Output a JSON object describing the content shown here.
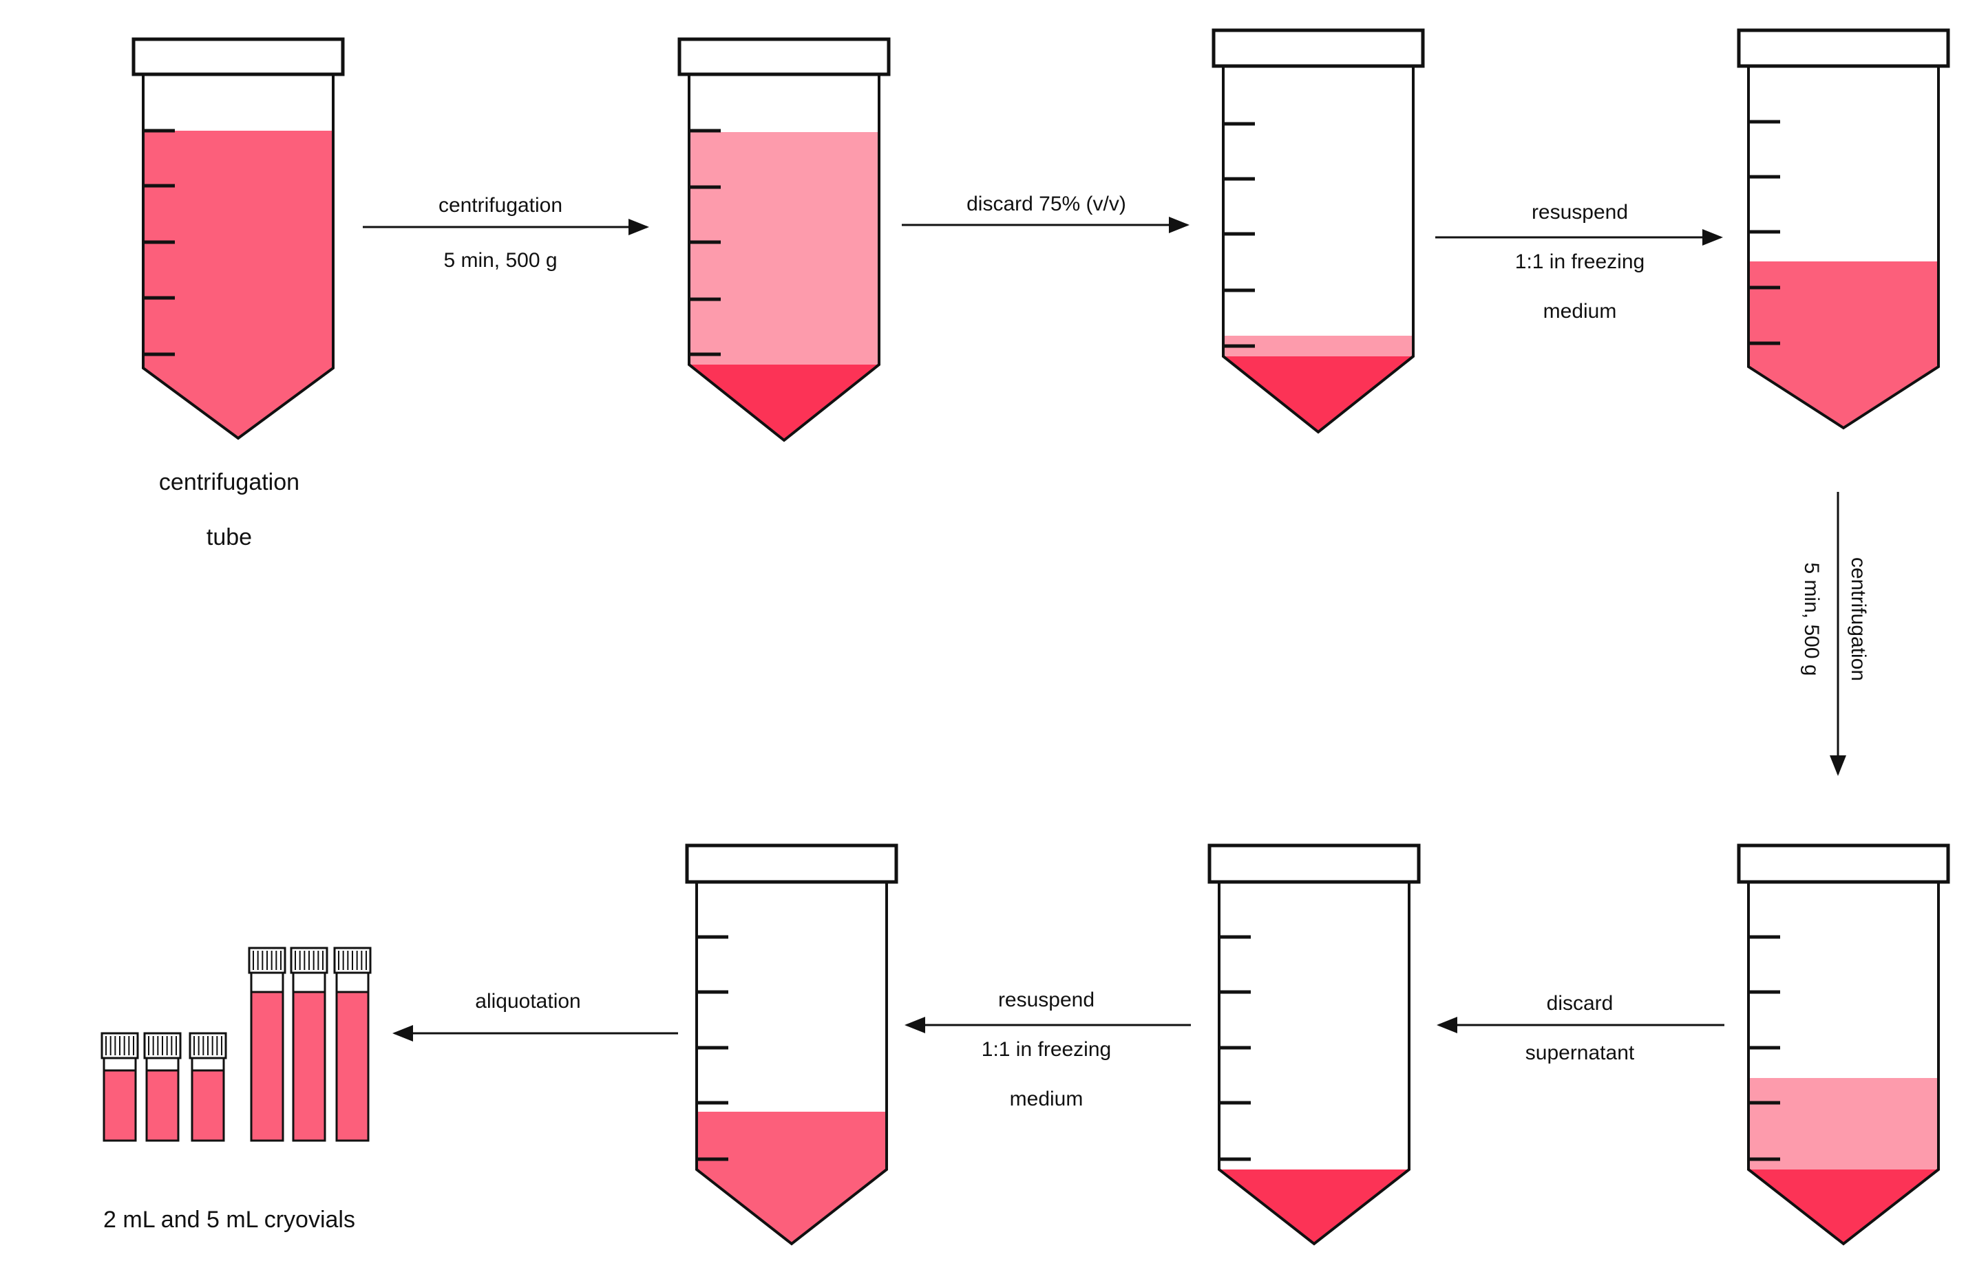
{
  "colors": {
    "medium": "#fc5f7b",
    "supernatant": "#fd9bac",
    "pellet": "#fc3356",
    "outline": "#111111",
    "background": "#ffffff"
  },
  "tubes": [
    {
      "name": "tube-1-full",
      "label_lines": [
        "centrifugation",
        "tube"
      ]
    },
    {
      "name": "tube-2-centrifuged",
      "label_lines": []
    },
    {
      "name": "tube-3-after-discard",
      "label_lines": []
    },
    {
      "name": "tube-4-resuspended",
      "label_lines": []
    },
    {
      "name": "tube-5-centrifuged",
      "label_lines": []
    },
    {
      "name": "tube-6-pellet",
      "label_lines": []
    },
    {
      "name": "tube-7-resuspended",
      "label_lines": []
    }
  ],
  "steps": [
    {
      "name": "step-centrifugation-1",
      "lines": [
        "centrifugation",
        "5 min, 500 g"
      ]
    },
    {
      "name": "step-discard-75",
      "lines": [
        "discard 75% (v/v)"
      ]
    },
    {
      "name": "step-resuspend-1",
      "lines": [
        "resuspend",
        "1:1 in freezing",
        "medium"
      ]
    },
    {
      "name": "step-centrifugation-2",
      "lines": [
        "centrifugation",
        "5 min, 500 g"
      ]
    },
    {
      "name": "step-discard-supernatant",
      "lines": [
        "discard",
        "supernatant"
      ]
    },
    {
      "name": "step-resuspend-2",
      "lines": [
        "resuspend",
        "1:1 in freezing",
        "medium"
      ]
    },
    {
      "name": "step-aliquotation",
      "lines": [
        "aliquotation"
      ]
    }
  ],
  "cryovials": {
    "label": "2 mL and 5 mL cryovials",
    "small_count": 3,
    "large_count": 3
  }
}
